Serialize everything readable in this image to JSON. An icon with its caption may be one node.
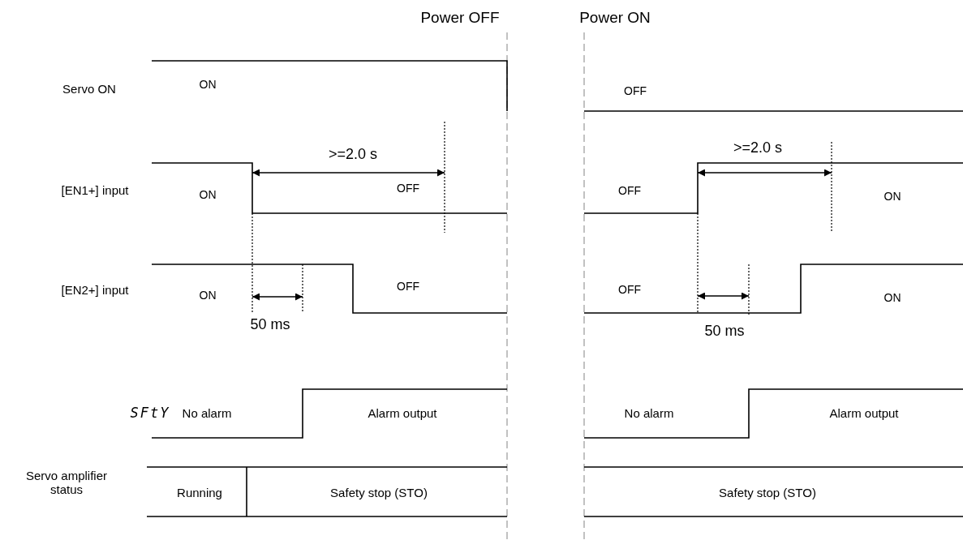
{
  "diagram": {
    "labels": [
      "Power OFF",
      "Power ON",
      "Servo ON",
      "ON",
      "OFF",
      ">=2.0 s",
      ">=2.0 s",
      "[EN1+] input",
      "ON",
      "OFF",
      "OFF",
      "ON",
      "[EN2+] input",
      "ON",
      "OFF",
      "OFF",
      "ON",
      "50 ms",
      "50 ms",
      "SFtY",
      "No alarm",
      "Alarm output",
      "No alarm",
      "Alarm output",
      "Servo amplifier status",
      "Running",
      "Safety stop (STO)",
      "Safety stop (STO)"
    ]
  }
}
